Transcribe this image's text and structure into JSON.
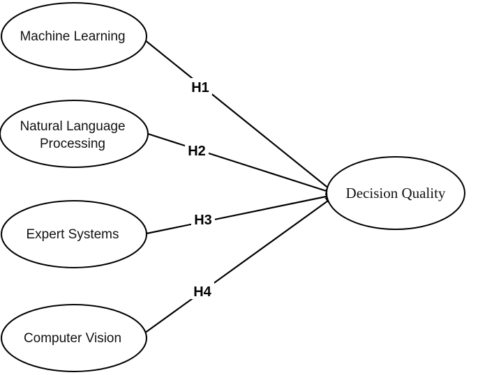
{
  "nodes": {
    "machine_learning": "Machine Learning",
    "nlp_line1": "Natural Language",
    "nlp_line2": "Processing",
    "expert_systems": "Expert Systems",
    "computer_vision": "Computer Vision",
    "decision_quality": "Decision Quality"
  },
  "hypotheses": {
    "h1": "H1",
    "h2": "H2",
    "h3": "H3",
    "h4": "H4"
  },
  "colors": {
    "stroke": "#000000",
    "background": "#ffffff"
  }
}
